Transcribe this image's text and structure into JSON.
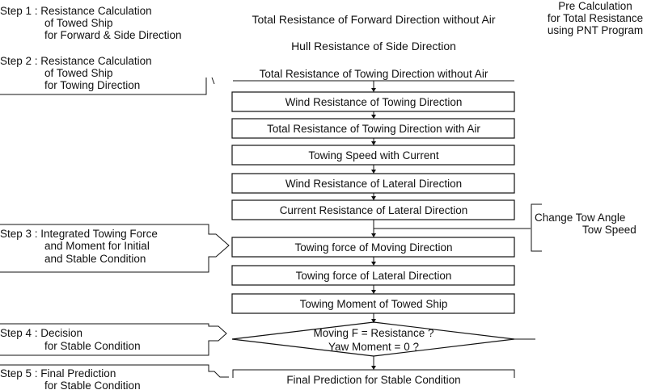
{
  "steps": [
    {
      "lines": [
        "Step 1 : Resistance Calculation",
        "of Towed Ship",
        "for Forward & Side Direction"
      ]
    },
    {
      "lines": [
        "Step 2 : Resistance Calculation",
        "of Towed Ship",
        "for Towing Direction"
      ]
    },
    {
      "lines": [
        "Step 3 : Integrated Towing Force",
        "and Moment for Initial",
        "and Stable Condition"
      ]
    },
    {
      "lines": [
        "Step 4 : Decision",
        "for Stable Condition"
      ]
    },
    {
      "lines": [
        "Step 5 : Final Prediction",
        "for Stable Condition"
      ]
    }
  ],
  "pre_calc": [
    "Pre Calculation",
    "for Total Resistance",
    "using PNT Program"
  ],
  "headings": [
    "Total Resistance of Forward Direction without Air",
    "Hull Resistance of Side Direction"
  ],
  "boxes": [
    "Total Resistance of Towing Direction without Air",
    "Wind Resistance of Towing Direction",
    "Total Resistance of Towing Direction with Air",
    "Towing Speed with Current",
    "Wind Resistance of Lateral Direction",
    "Current Resistance of Lateral Direction",
    "Towing force of Moving Direction",
    "Towing force of Lateral Direction",
    "Towing Moment of Towed Ship"
  ],
  "decision": [
    "Moving F = Resistance ?",
    "Yaw Moment = 0 ?"
  ],
  "final_box": "Final Prediction for Stable Condition",
  "loop_labels": [
    "Change Tow Angle",
    "Tow Speed"
  ]
}
